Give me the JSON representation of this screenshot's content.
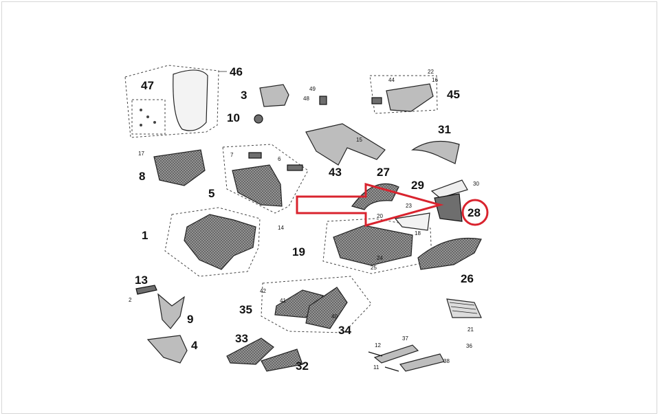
{
  "diagram": {
    "callouts": [
      "46",
      "47",
      "3",
      "10",
      "45",
      "43",
      "31",
      "8",
      "5",
      "27",
      "29",
      "28",
      "1",
      "19",
      "26",
      "13",
      "9",
      "4",
      "35",
      "34",
      "33",
      "32",
      "21"
    ],
    "small_labels": [
      "22",
      "16",
      "49",
      "48",
      "44",
      "15",
      "17",
      "6",
      "7",
      "20",
      "23",
      "14",
      "18",
      "24",
      "25",
      "42",
      "41",
      "40",
      "2",
      "12",
      "11",
      "37",
      "38",
      "30",
      "36"
    ],
    "highlight": {
      "label": "28",
      "color": "#d9232e"
    },
    "arrow_color": "#d9232e"
  }
}
